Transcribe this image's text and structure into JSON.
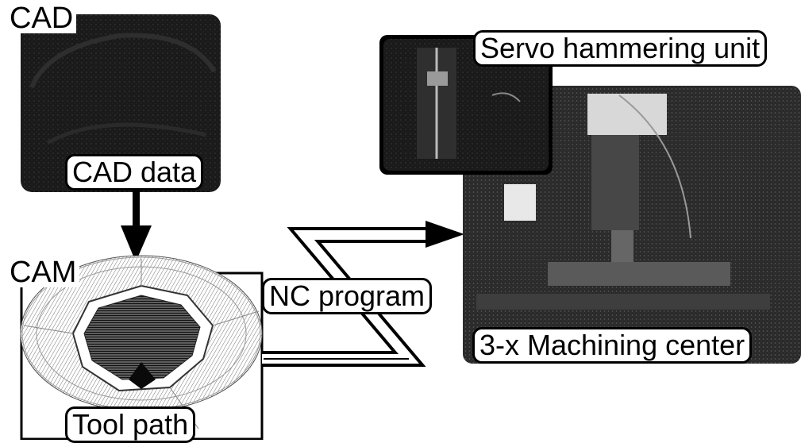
{
  "cad_section": {
    "title": "CAD",
    "caption": "CAD data"
  },
  "cam_section": {
    "title": "CAM",
    "caption": "Tool path"
  },
  "transfer": {
    "label": "NC program"
  },
  "machine": {
    "top_caption": "Servo hammering unit",
    "bottom_caption": "3-x Machining center"
  },
  "colors": {
    "ink": "#000000",
    "paper": "#ffffff",
    "photo_dark": "#111111",
    "photo_mid": "#3a3a3a"
  }
}
